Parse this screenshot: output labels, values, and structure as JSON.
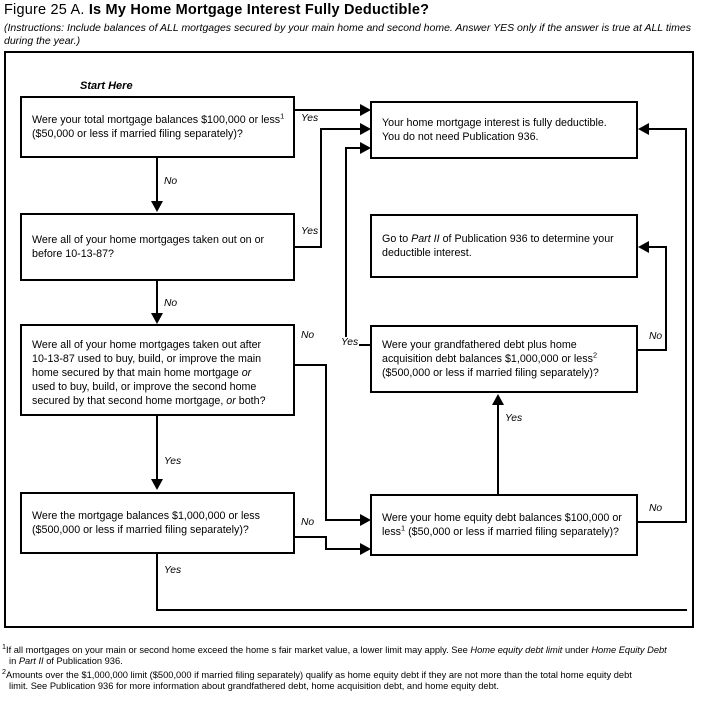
{
  "header": {
    "figure_label": "Figure 25 A.",
    "title": "Is My Home Mortgage Interest Fully Deductible?",
    "instructions": "(Instructions: Include balances of ALL mortgages secured by your main home and second home. Answer YES only if the answer is true at ALL times during the year.)"
  },
  "start_label": "Start Here",
  "nodes": {
    "q1": {
      "line1": "Were your total mortgage balances $100,000 or less",
      "sup1": "1",
      "line2": "($50,000 or less if married filing separately)?"
    },
    "q2": {
      "line1": "Were all of your home mortgages taken out on or",
      "line2": "before 10-13-87?"
    },
    "q3": {
      "line1": "Were all of your home mortgages taken out after",
      "line2": "10-13-87 used to buy, build, or improve the main",
      "line3": "home secured by that main home mortgage ",
      "line3_em": "or",
      "line4": "used to buy, build, or improve the second home",
      "line5": "secured by that second home mortgage, ",
      "line5_em": "or",
      "line5_end": " both?"
    },
    "q4": {
      "line1": "Were the mortgage balances $1,000,000 or less",
      "line2": "($500,000 or less if married filing separately)?"
    },
    "q5": {
      "line1": "Were your grandfathered debt plus home",
      "line2": "acquisition debt balances $1,000,000 or less",
      "sup2": "2",
      "line3": "($500,000 or less if married filing separately)?"
    },
    "q6": {
      "line1": "Were your home equity debt balances $100,000 or",
      "line2_a": "less",
      "sup1": "1",
      "line2_b": " ($50,000 or less if married filing separately)?"
    },
    "r1": {
      "line1": "Your home mortgage interest is fully deductible.",
      "line2": "You do not need Publication 936."
    },
    "r2": {
      "pre": "Go to ",
      "em": "Part II",
      "post": " of Publication 936 to determine your",
      "line2": "deductible interest."
    }
  },
  "edges": {
    "q1_yes": "Yes",
    "q1_no": "No",
    "q2_yes": "Yes",
    "q2_no": "No",
    "q3_no": "No",
    "q3_yes": "Yes",
    "q4_no": "No",
    "q4_yes": "Yes",
    "q5_yes_in": "Yes",
    "q5_yes_out": "Yes",
    "q5_no": "No",
    "q6_no": "No"
  },
  "footnotes": {
    "one": {
      "marker": "1",
      "part_a": "If all mortgages on your main or second home exceed the home s fair market value, a lower limit may apply. See ",
      "em_a": "Home equity debt limit",
      "part_b": " under ",
      "em_b": "Home Equity Debt",
      "part_c": " in ",
      "em_c": "Part II",
      "part_d": " of Publication 936."
    },
    "two": {
      "marker": "2",
      "part_a": "Amounts over the $1,000,000 limit ($500,000 if married filing separately) qualify as home equity debt if they are not more than the total home equity debt",
      "part_b": "limit. See Publication 936 for more information about grandfathered debt, home acquisition debt, and home equity debt."
    }
  },
  "colors": {
    "ink": "#000000",
    "paper": "#ffffff"
  }
}
